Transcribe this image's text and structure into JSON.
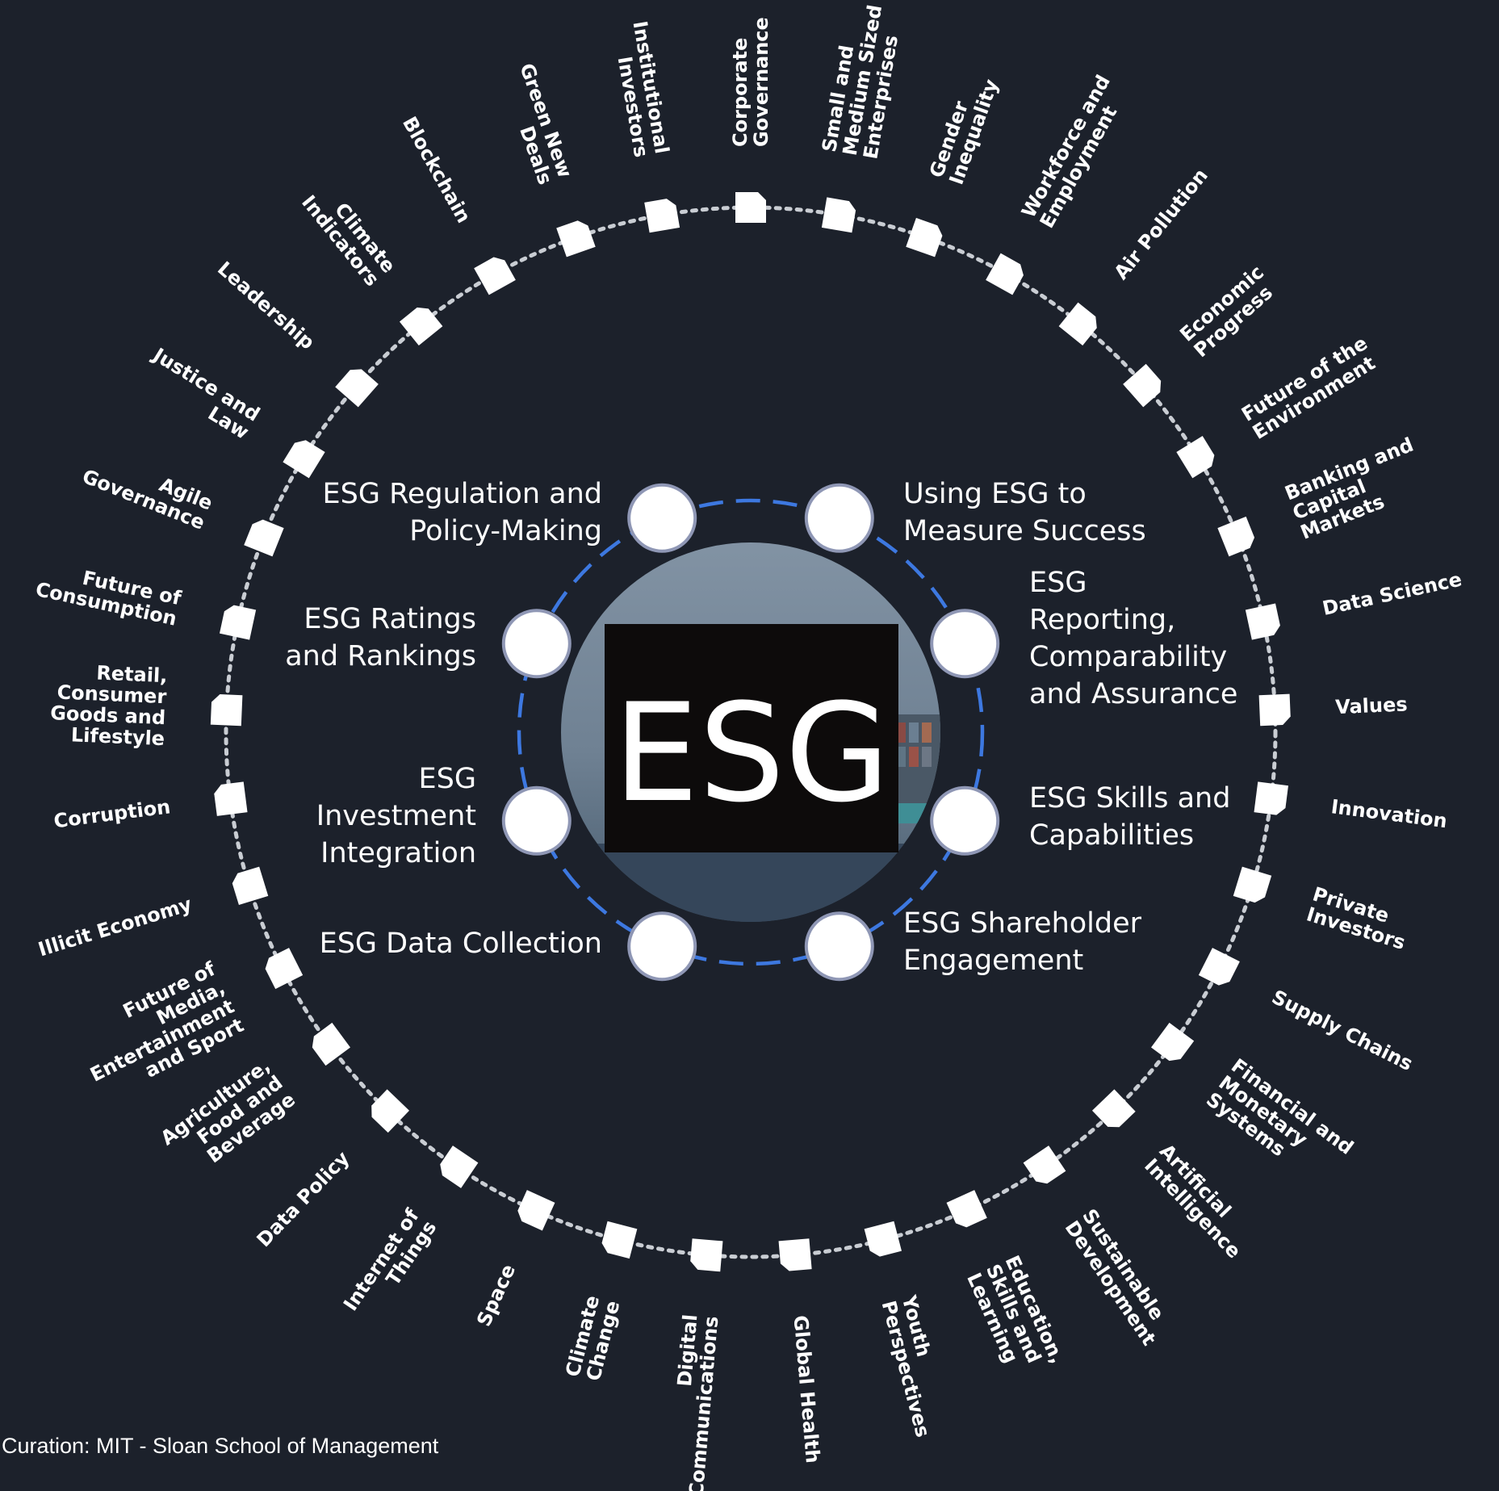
{
  "center": {
    "label": "ESG"
  },
  "credit": "Curation: MIT - Sloan School of Management",
  "colors": {
    "background": "#1c212b",
    "ring_dash": "#3d78e0",
    "orbit_dots": "#c9cdd3",
    "connector": "#4a505c",
    "node_fill": "#ffffff",
    "node_stroke": "#8f97b5"
  },
  "inner_nodes": [
    {
      "id": "regulation",
      "lines": [
        "ESG Regulation and",
        "Policy-Making"
      ]
    },
    {
      "id": "measure",
      "lines": [
        "Using ESG to",
        "Measure Success"
      ]
    },
    {
      "id": "reporting",
      "lines": [
        "ESG",
        "Reporting,",
        "Comparability",
        "and Assurance"
      ]
    },
    {
      "id": "skills",
      "lines": [
        "ESG Skills and",
        "Capabilities"
      ]
    },
    {
      "id": "shareholder",
      "lines": [
        "ESG Shareholder",
        "Engagement"
      ]
    },
    {
      "id": "datacollection",
      "lines": [
        "ESG Data Collection"
      ]
    },
    {
      "id": "investment",
      "lines": [
        "ESG",
        "Investment",
        "Integration"
      ]
    },
    {
      "id": "ratings",
      "lines": [
        "ESG Ratings",
        "and Rankings"
      ]
    }
  ],
  "topics": [
    {
      "lines": [
        "Corporate",
        "Governance"
      ]
    },
    {
      "lines": [
        "Small and",
        "Medium Sized",
        "Enterprises"
      ]
    },
    {
      "lines": [
        "Gender",
        "Inequality"
      ]
    },
    {
      "lines": [
        "Workforce and",
        "Employment"
      ]
    },
    {
      "lines": [
        "Air Pollution"
      ]
    },
    {
      "lines": [
        "Economic",
        "Progress"
      ]
    },
    {
      "lines": [
        "Future of the",
        "Environment"
      ]
    },
    {
      "lines": [
        "Banking and",
        "Capital",
        "Markets"
      ]
    },
    {
      "lines": [
        "Data Science"
      ]
    },
    {
      "lines": [
        "Values"
      ]
    },
    {
      "lines": [
        "Innovation"
      ]
    },
    {
      "lines": [
        "Private",
        "Investors"
      ]
    },
    {
      "lines": [
        "Supply Chains"
      ]
    },
    {
      "lines": [
        "Financial and",
        "Monetary",
        "Systems"
      ]
    },
    {
      "lines": [
        "Artificial",
        "Intelligence"
      ]
    },
    {
      "lines": [
        "Sustainable",
        "Development"
      ]
    },
    {
      "lines": [
        "Education,",
        "Skills and",
        "Learning"
      ]
    },
    {
      "lines": [
        "Youth",
        "Perspectives"
      ]
    },
    {
      "lines": [
        "Global Health"
      ]
    },
    {
      "lines": [
        "Digital",
        "Communications"
      ]
    },
    {
      "lines": [
        "Climate",
        "Change"
      ]
    },
    {
      "lines": [
        "Space"
      ]
    },
    {
      "lines": [
        "Internet of",
        "Things"
      ]
    },
    {
      "lines": [
        "Data Policy"
      ]
    },
    {
      "lines": [
        "Agriculture,",
        "Food and",
        "Beverage"
      ]
    },
    {
      "lines": [
        "Future of",
        "Media,",
        "Entertainment",
        "and Sport"
      ]
    },
    {
      "lines": [
        "Illicit Economy"
      ]
    },
    {
      "lines": [
        "Corruption"
      ]
    },
    {
      "lines": [
        "Retail,",
        "Consumer",
        "Goods and",
        "Lifestyle"
      ]
    },
    {
      "lines": [
        "Future of",
        "Consumption"
      ]
    },
    {
      "lines": [
        "Agile",
        "Governance"
      ]
    },
    {
      "lines": [
        "Justice and",
        "Law"
      ]
    },
    {
      "lines": [
        "Leadership"
      ]
    },
    {
      "lines": [
        "Climate",
        "Indicators"
      ]
    },
    {
      "lines": [
        "Blockchain"
      ]
    },
    {
      "lines": [
        "Green New",
        "Deals"
      ]
    },
    {
      "lines": [
        "Institutional",
        "Investors"
      ]
    }
  ]
}
